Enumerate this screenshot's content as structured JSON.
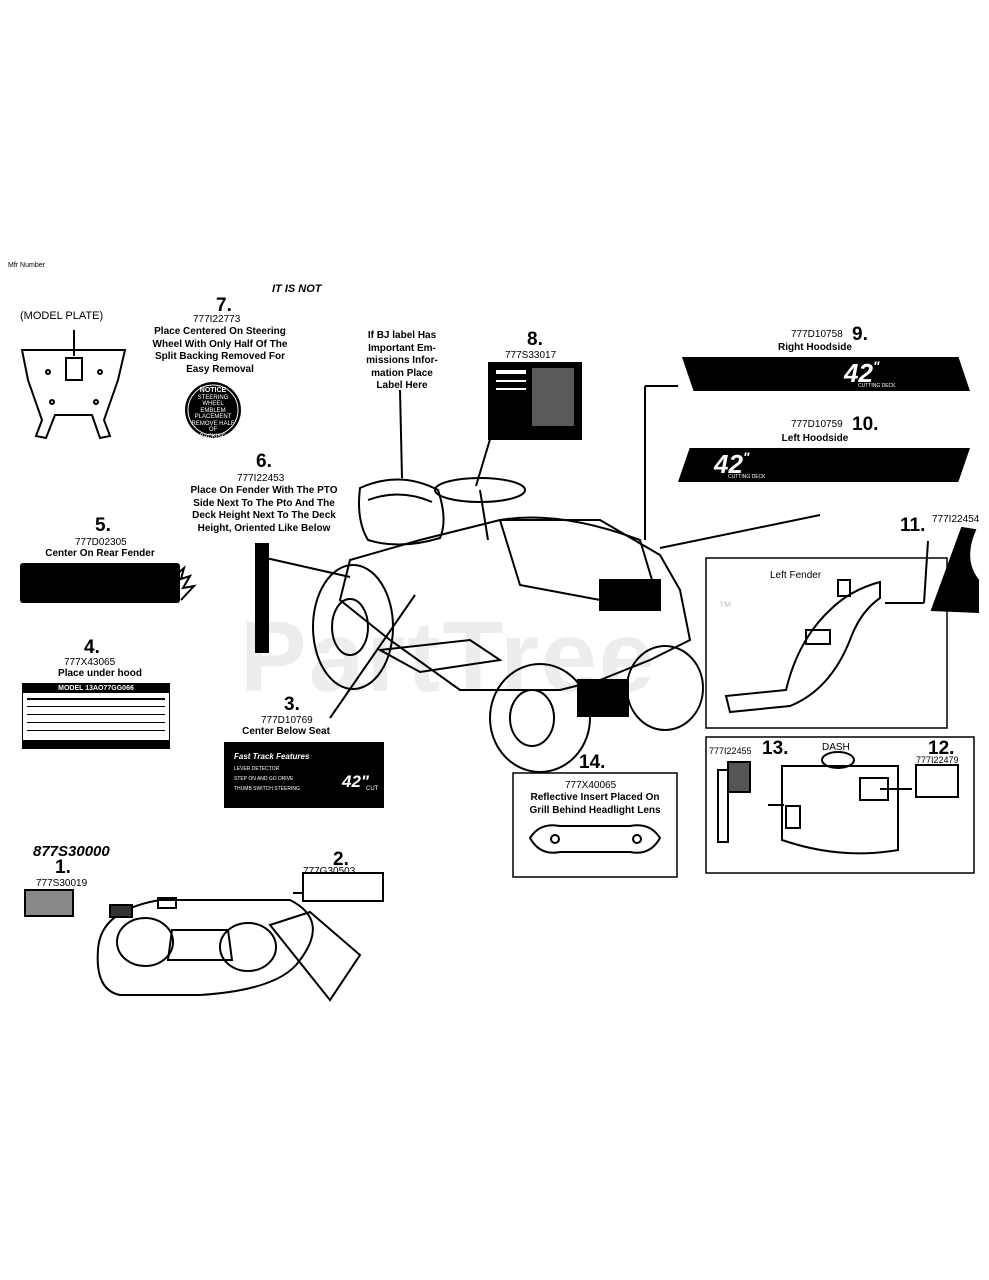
{
  "header": {
    "mfr_number_label": "Mfr Number",
    "note": "IT IS NOT"
  },
  "watermark": {
    "text": "PartTree",
    "tm": "™"
  },
  "model_plate": {
    "label": "(MODEL PLATE)"
  },
  "items": [
    {
      "num": "1.",
      "part": "777S30019"
    },
    {
      "num": "2.",
      "part": "777G30503"
    },
    {
      "num": "3.",
      "part": "777D10769",
      "desc": "Center Below Seat"
    },
    {
      "num": "4.",
      "part": "777X43065",
      "desc": "Place under hood"
    },
    {
      "num": "5.",
      "part": "777D02305",
      "desc": "Center On Rear Fender"
    },
    {
      "num": "6.",
      "part": "777I22453",
      "desc": [
        "Place On Fender With The PTO",
        "Side Next To The Pto And The",
        "Deck Height Next To The Deck",
        "Height, Oriented Like Below"
      ]
    },
    {
      "num": "7.",
      "part": "777I22773",
      "desc": [
        "Place Centered On Steering",
        "Wheel With Only Half Of The",
        "Split Backing Removed For",
        "Easy Removal"
      ]
    },
    {
      "num": "8.",
      "part": "777S33017"
    },
    {
      "num": "9.",
      "part": "777D10758",
      "desc": "Right Hoodside"
    },
    {
      "num": "10.",
      "part": "777D10759",
      "desc": "Left Hoodside"
    },
    {
      "num": "11.",
      "part": "777I22454"
    },
    {
      "num": "12.",
      "part": "777I22479"
    },
    {
      "num": "13.",
      "part": "777I22455"
    },
    {
      "num": "14.",
      "part": "777X40065",
      "desc": [
        "Reflective Insert Placed On",
        "Grill Behind Headlight Lens"
      ]
    }
  ],
  "emissions_note": [
    "If BJ label Has",
    "Important Em-",
    "missions Infor-",
    "mation Place",
    "Label Here"
  ],
  "deck_kit": "877S30000",
  "decal_42": {
    "big": "42",
    "unit": "\"",
    "sub": "CUTTING DECK"
  },
  "fast_track": {
    "title": "Fast Track Features",
    "lines": [
      "LEVER DETECTOR",
      "STEP ON AND GO DRIVE",
      "THUMB SWITCH STEERING"
    ],
    "cut_big": "42\"",
    "cut_sub": "CUT"
  },
  "notice": {
    "title": "NOTICE",
    "lines": [
      "STEERING WHEEL",
      "EMBLEM PLACEMENT",
      "REMOVE HALF OF",
      "BACKING BEFORE",
      "ATTACHING EMBLEM TO",
      "CENTER OF STEERING",
      "WHEEL AS SHOWN"
    ]
  },
  "model_label": {
    "title": "MODEL 13AO77GG066"
  },
  "left_fender": "Left Fender",
  "dash": "DASH"
}
